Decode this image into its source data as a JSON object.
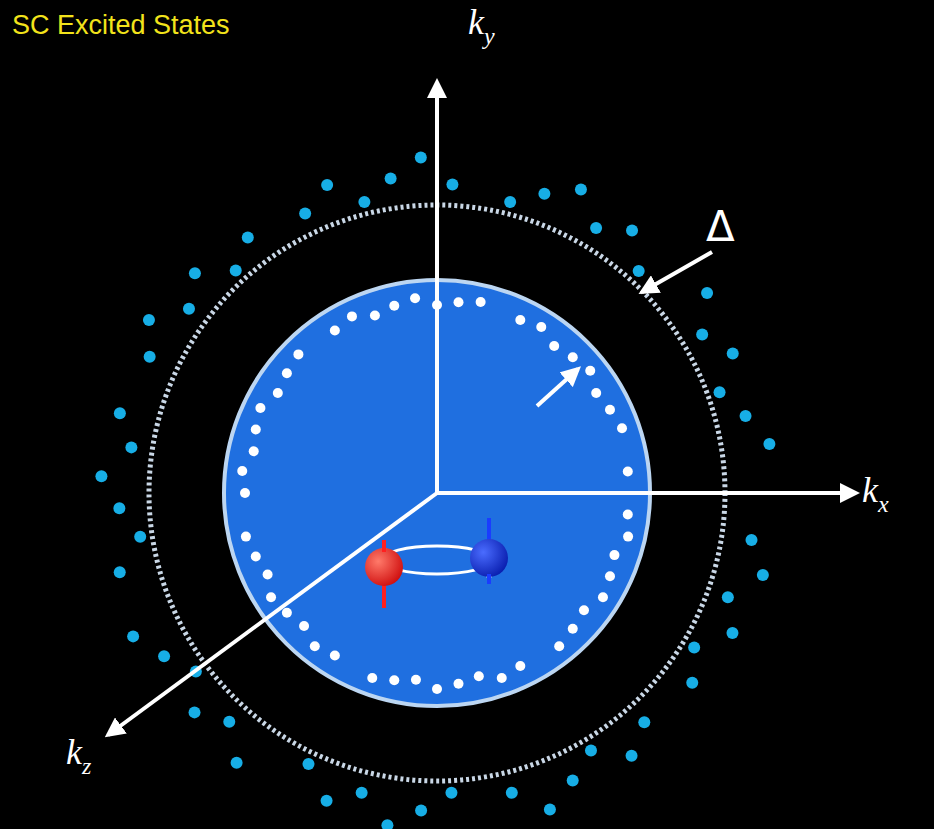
{
  "diagram": {
    "title": "SC Excited States",
    "labels": [
      "ky",
      "kx",
      "kz",
      "Δ"
    ]
  }
}
